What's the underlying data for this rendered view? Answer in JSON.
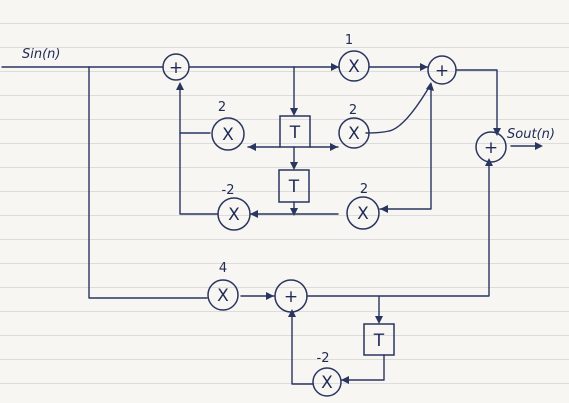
{
  "signals": {
    "input_label": "Sin(n)",
    "output_label": "Sout(n)"
  },
  "adder_symbol": "+",
  "multiplier_symbol": "X",
  "delay_symbol": "T",
  "gains": {
    "top_forward": "1",
    "left_upper_feedback": "2",
    "right_upper_forward": "2",
    "left_lower_feedback": "-2",
    "right_lower_forward": "2",
    "lower_input": "4",
    "bottom_feedback": "-2"
  },
  "colors": {
    "ink": "#2a3560",
    "paper": "#f7f6f3",
    "rule": "#dcdcdc"
  }
}
